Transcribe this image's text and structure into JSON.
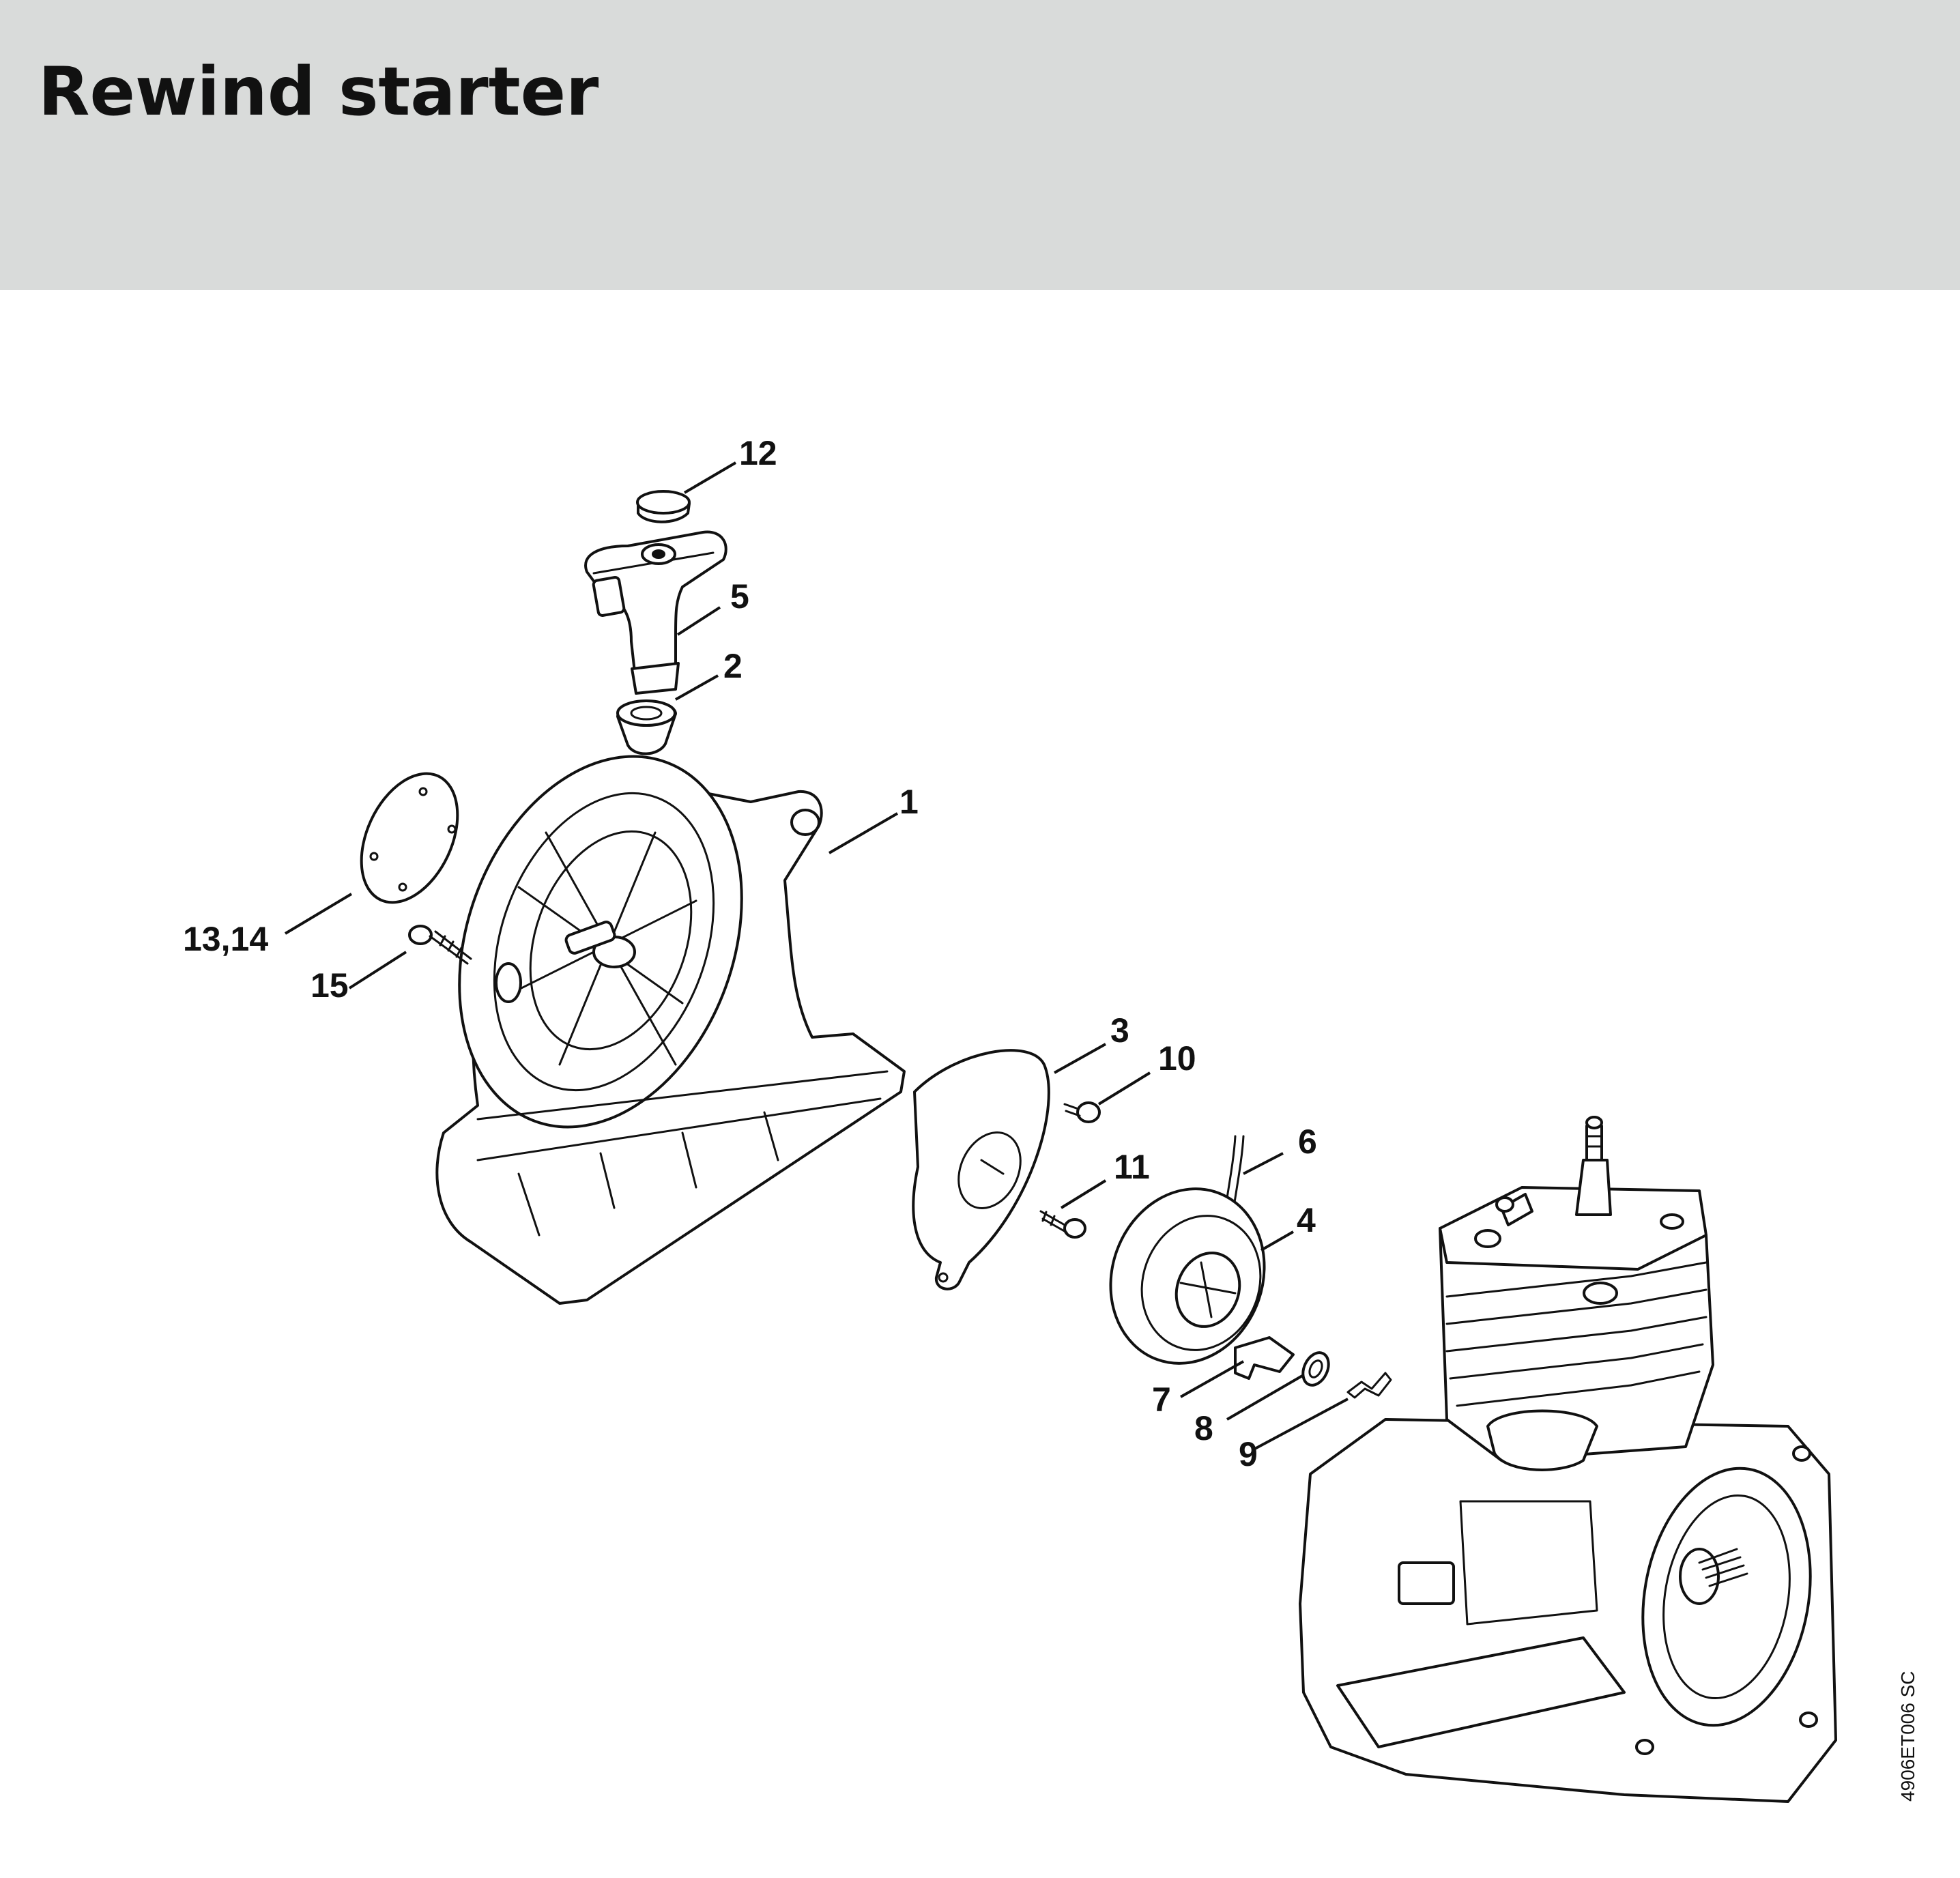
{
  "header": {
    "title": "Rewind starter",
    "background": "#d9dbda"
  },
  "callouts": [
    {
      "id": "12",
      "label": "12"
    },
    {
      "id": "5",
      "label": "5"
    },
    {
      "id": "2",
      "label": "2"
    },
    {
      "id": "1",
      "label": "1"
    },
    {
      "id": "13-14",
      "label": "13,14"
    },
    {
      "id": "15",
      "label": "15"
    },
    {
      "id": "3",
      "label": "3"
    },
    {
      "id": "10",
      "label": "10"
    },
    {
      "id": "6",
      "label": "6"
    },
    {
      "id": "11",
      "label": "11"
    },
    {
      "id": "4",
      "label": "4"
    },
    {
      "id": "7",
      "label": "7"
    },
    {
      "id": "8",
      "label": "8"
    },
    {
      "id": "9",
      "label": "9"
    }
  ],
  "drawing_code": "4906ET006 SC"
}
